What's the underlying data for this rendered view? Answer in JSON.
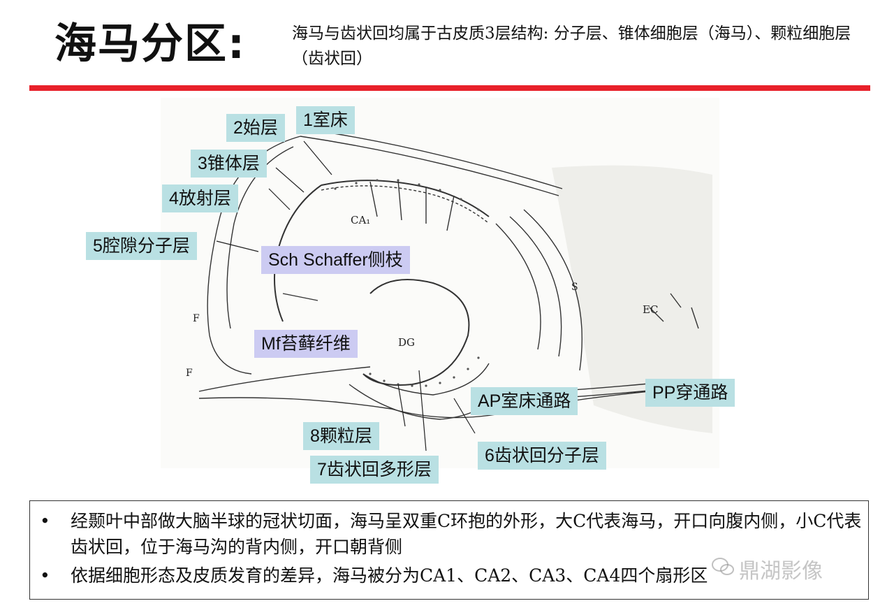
{
  "header": {
    "title": "海马分区:",
    "subtitle": "海马与齿状回均属于古皮质3层结构: 分子层、锥体细胞层（海马）、颗粒细胞层（齿状回）"
  },
  "figure": {
    "inner_text": {
      "ca1": "CA₁",
      "dg": "DG",
      "ec": "EC",
      "s": "S",
      "f1": "F",
      "f2": "F"
    }
  },
  "labels": {
    "ventricle": "1室床",
    "oriens": "2始层",
    "pyramidal": "3锥体层",
    "radiatum": "4放射层",
    "lacunosum": "5腔隙分子层",
    "schaffer": "Sch Schaffer侧枝",
    "mossy": "Mf苔藓纤维",
    "alveus_path": "AP室床通路",
    "perforant": "PP穿通路",
    "granule": "8颗粒层",
    "polymorph": "7齿状回多形层",
    "dg_molecular": "6齿状回分子层"
  },
  "bullets": [
    "经颞叶中部做大脑半球的冠状切面，海马呈双重C环抱的外形，大C代表海马，开口向腹内侧，小C代表齿状回，位于海马沟的背内侧，开口朝背侧",
    "依据细胞形态及皮质发育的差异，海马被分为CA1、CA2、CA3、CA4四个扇形区"
  ],
  "watermark": "鼎湖影像",
  "colors": {
    "rule": "#e8202a",
    "teal_label": "#b9e0e3",
    "violet_label": "#cccbf2"
  }
}
